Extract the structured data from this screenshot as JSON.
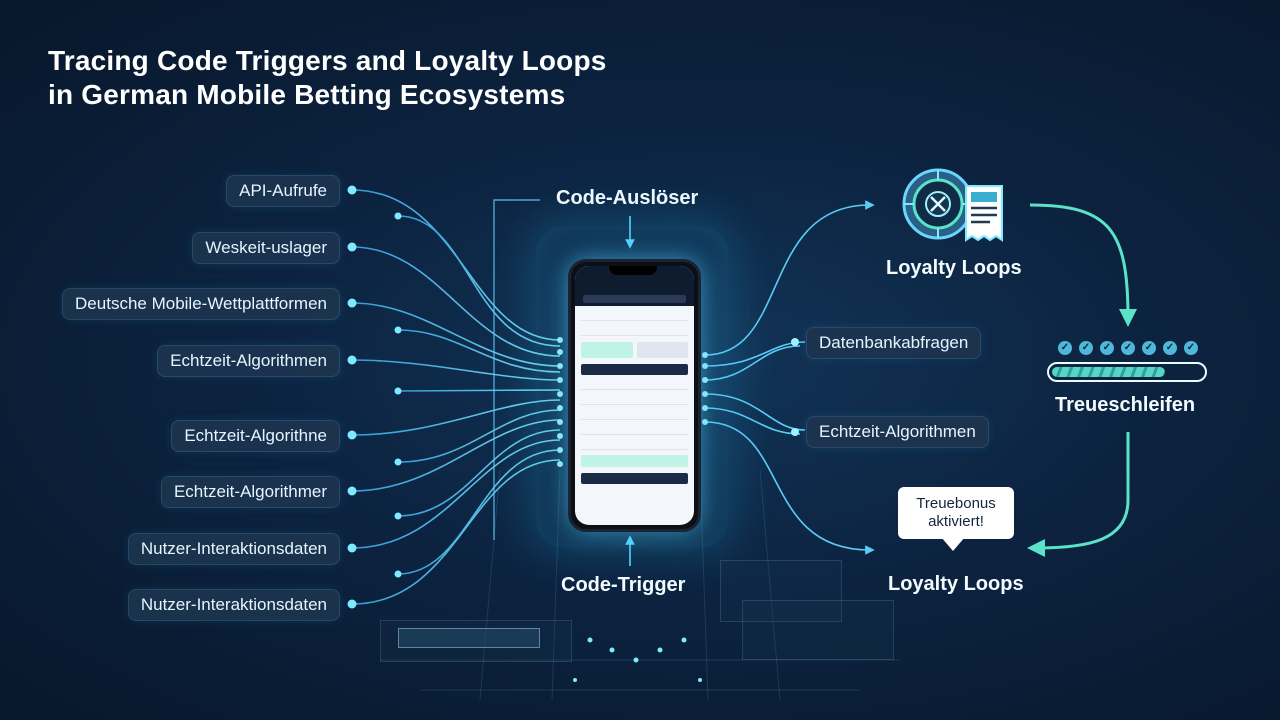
{
  "title": {
    "line1": "Tracing Code Triggers and Loyalty Loops",
    "line2": "in German Mobile Betting Ecosystems"
  },
  "left_labels": [
    "API-Aufrufe",
    "Weskeit-uslager",
    "Deutsche Mobile-Wettplattformen",
    "Echtzeit-Algorithmen",
    "Echtzeit-Algorithne",
    "Echtzeit-Algorithmer",
    "Nutzer-Interaktionsdaten",
    "Nutzer-Interaktionsdaten"
  ],
  "right_labels": [
    "Datenbankabfragen",
    "Echtzeit-Algorithmen"
  ],
  "center": {
    "top_label": "Code-Auslöser",
    "bottom_label": "Code-Trigger"
  },
  "loop": {
    "top_label": "Loyalty Loops",
    "progress_label": "Treueschleifen",
    "progress_fraction": 0.75,
    "badge_line1": "Treuebonus",
    "badge_line2": "aktiviert!",
    "bottom_label": "Loyalty Loops"
  },
  "colors": {
    "accent": "#4fd6ff",
    "mint": "#56e0c6",
    "background": "#0c2340"
  },
  "icons": [
    "roulette-wheel-icon",
    "receipt-icon",
    "check-icon"
  ]
}
